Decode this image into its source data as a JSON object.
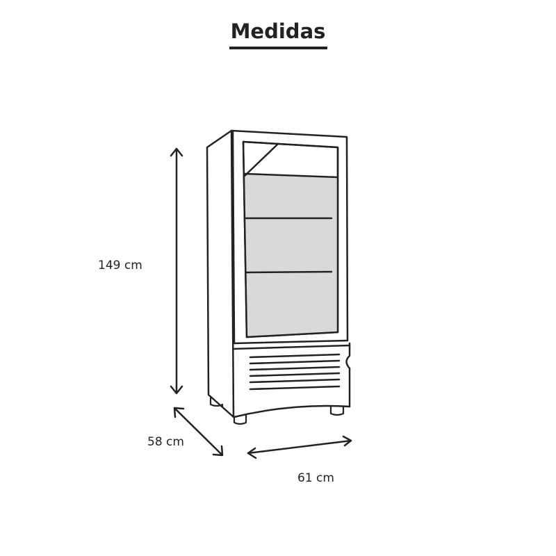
{
  "title": "Medidas",
  "dimensions": {
    "height": "149 cm",
    "depth": "58 cm",
    "width": "61 cm"
  },
  "colors": {
    "line": "#222222",
    "glass": "#d9d9d9"
  }
}
